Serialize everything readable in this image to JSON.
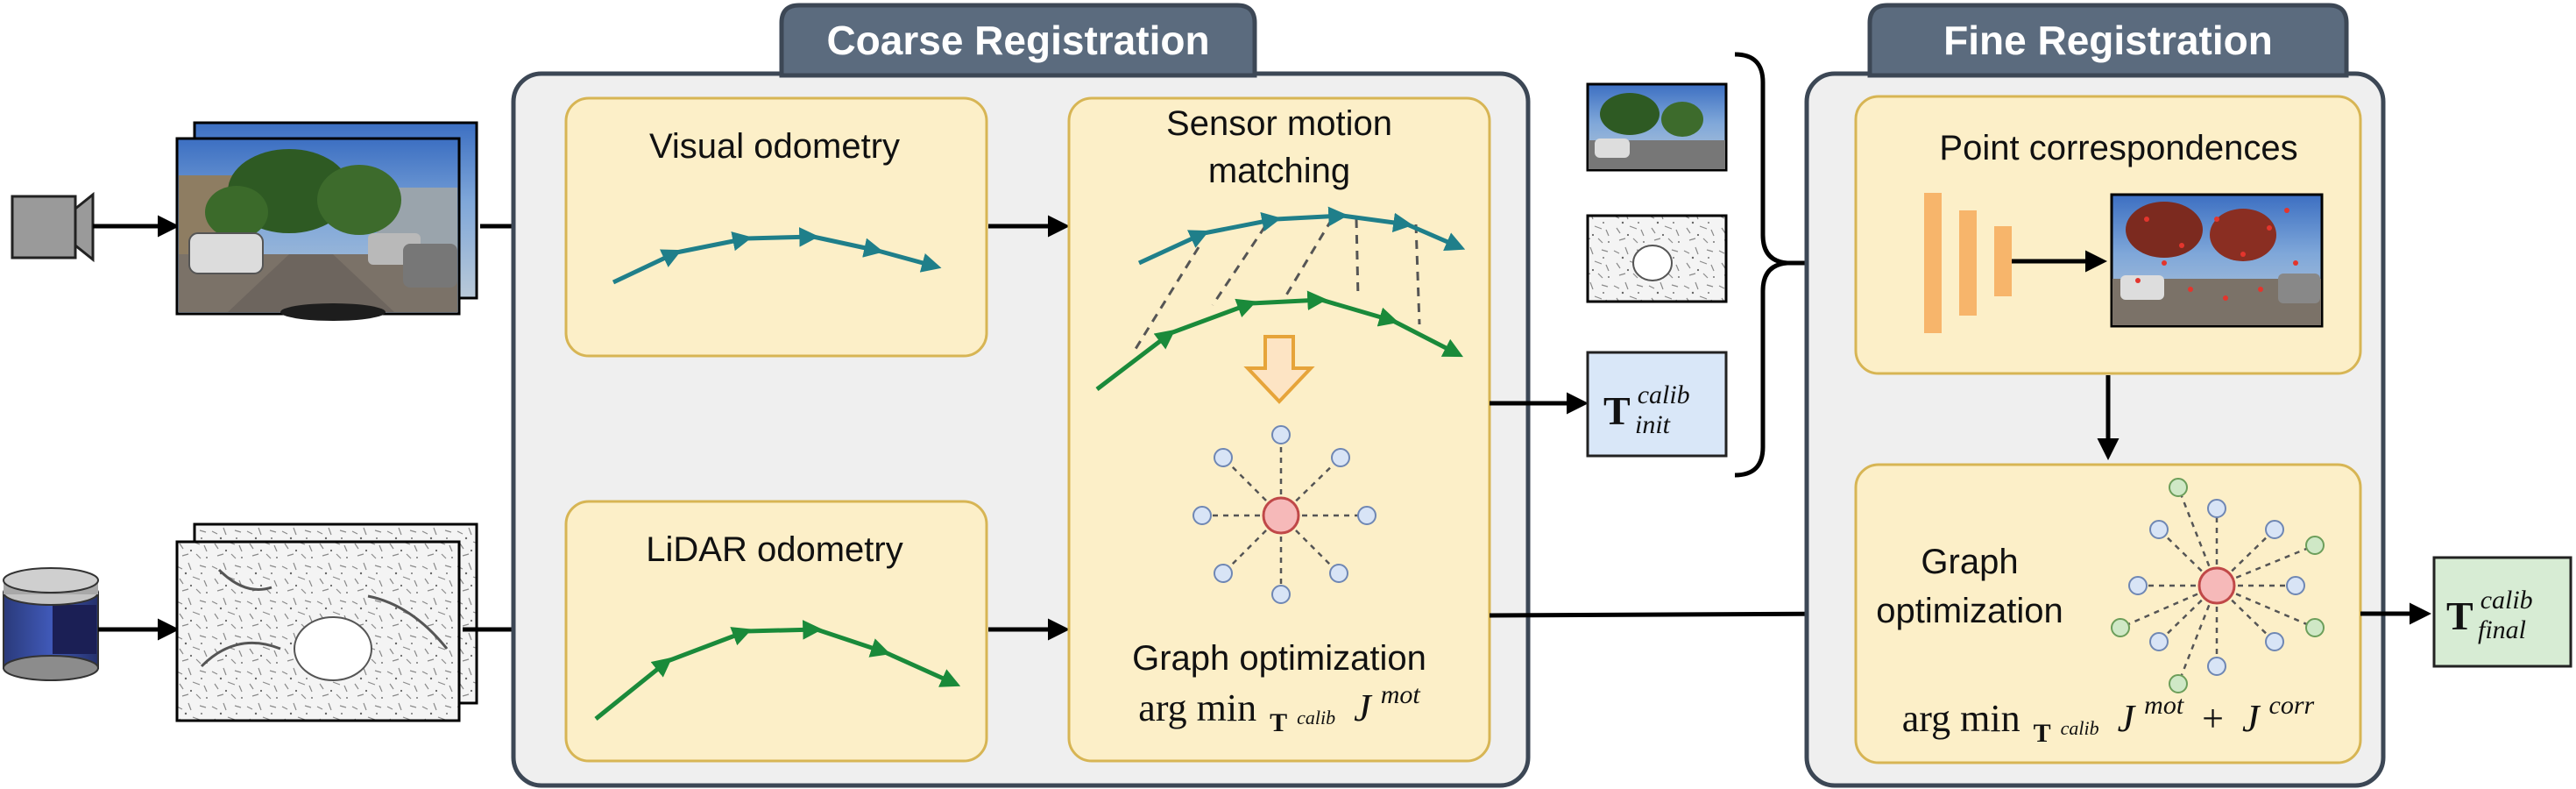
{
  "coarse": {
    "title": "Coarse Registration",
    "visual_odometry": "Visual odometry",
    "lidar_odometry": "LiDAR odometry",
    "sensor_motion_line1": "Sensor motion",
    "sensor_motion_line2": "matching",
    "graph_optimization": "Graph optimization",
    "objective_op": "arg min",
    "objective_sub_T": "T",
    "objective_sub_sup": "calib",
    "objective_J": "J",
    "objective_J_sup": "mot"
  },
  "init_matrix": {
    "T": "T",
    "sup": "calib",
    "sub": "init"
  },
  "fine": {
    "title": "Fine Registration",
    "point_correspondences": "Point correspondences",
    "graph_line1": "Graph",
    "graph_line2": "optimization",
    "objective_op": "arg min",
    "objective_sub_T": "T",
    "objective_sub_sup": "calib",
    "objective_J1": "J",
    "objective_J1_sup": "mot",
    "objective_plus": "+",
    "objective_J2": "J",
    "objective_J2_sup": "corr"
  },
  "final_matrix": {
    "T": "T",
    "sup": "calib",
    "sub": "final"
  },
  "colors": {
    "panel_fill": "#efefef",
    "panel_border": "#3c4755",
    "header_fill": "#5b6b7e",
    "box_fill": "#fcefc8",
    "box_border": "#d7b554",
    "visual_traj": "#1f7f8a",
    "lidar_traj": "#1a8a3a",
    "init_fill": "#d9e7f8",
    "final_fill": "#d7ecd4",
    "center_node": "#f6b9b9",
    "blue_node": "#d8e4f6",
    "green_node": "#cfe8c6",
    "network": "#f7b56b"
  },
  "icons": [
    "camera-icon",
    "lidar-icon",
    "camera-image-stack",
    "pointcloud-image-stack",
    "network-icon"
  ]
}
